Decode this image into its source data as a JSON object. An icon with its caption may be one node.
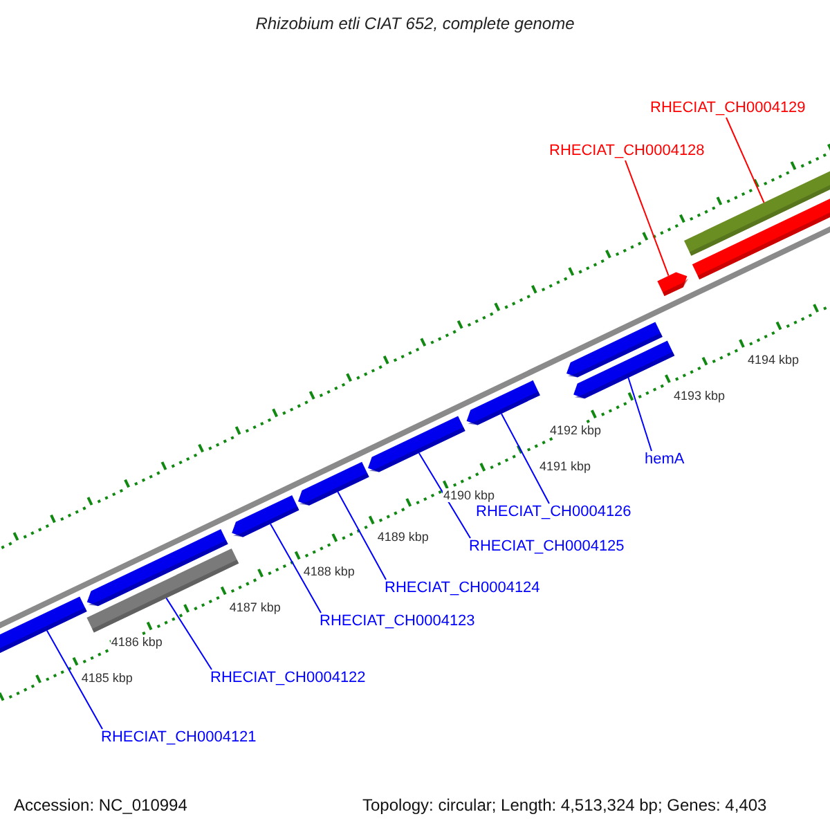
{
  "diagram": {
    "title": "Rhizobium etli CIAT 652, complete genome",
    "nodes": [
      {
        "text": [
          "RHECIAT_CH0004129"
        ]
      },
      {
        "text": [
          "RHECIAT_CH0004128"
        ]
      },
      {
        "text": [
          "hemA"
        ]
      },
      {
        "text": [
          "RHECIAT_CH0004126"
        ]
      },
      {
        "text": [
          "RHECIAT_CH0004125"
        ]
      },
      {
        "text": [
          "RHECIAT_CH0004124"
        ]
      },
      {
        "text": [
          "RHECIAT_CH0004123"
        ]
      },
      {
        "text": [
          "RHECIAT_CH0004122"
        ]
      },
      {
        "text": [
          "RHECIAT_CH0004121"
        ]
      },
      {
        "text": [],
        "shape": "bar"
      },
      {
        "text": [],
        "shape": "bar"
      },
      {
        "text": [],
        "shape": "bar"
      },
      {
        "text": [],
        "shape": "bar"
      },
      {
        "text": [],
        "shape": "bar"
      },
      {
        "text": [],
        "shape": "bar"
      },
      {
        "text": [],
        "shape": "bar"
      },
      {
        "text": [],
        "shape": "bar"
      },
      {
        "text": [],
        "shape": "bar"
      },
      {
        "text": [],
        "shape": "bar"
      },
      {
        "text": [],
        "shape": "bar"
      },
      {
        "text": [],
        "shape": "bar"
      }
    ],
    "edges": [
      {
        "from": 0,
        "to": 19,
        "arrow": "none",
        "color": "#ff0000"
      },
      {
        "from": 1,
        "to": 18,
        "arrow": "none",
        "color": "#ff0000"
      },
      {
        "from": 2,
        "to": 17,
        "arrow": "none"
      },
      {
        "from": 3,
        "to": 15,
        "arrow": "none"
      },
      {
        "from": 4,
        "to": 14,
        "arrow": "none"
      },
      {
        "from": 5,
        "to": 13,
        "arrow": "none"
      },
      {
        "from": 6,
        "to": 12,
        "arrow": "none"
      },
      {
        "from": 7,
        "to": 11,
        "arrow": "none"
      },
      {
        "from": 8,
        "to": 9,
        "arrow": "none"
      }
    ],
    "labels": [
      "4194 kbp",
      "4193 kbp",
      "4192 kbp",
      "4191 kbp",
      "4190 kbp",
      "4189 kbp",
      "4188 kbp",
      "4187 kbp",
      "4186 kbp",
      "4185 kbp",
      "Accession: NC_010994",
      "Topology: circular; Length: 4,513,324 bp; Genes: 4,403"
    ]
  }
}
